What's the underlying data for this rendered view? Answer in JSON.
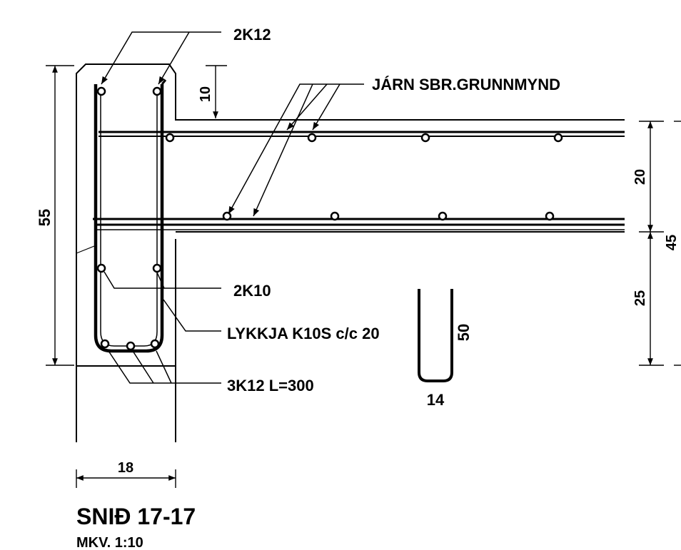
{
  "labels": {
    "top_bars": "2K12",
    "slab_reinforcement": "JÁRN SBR.GRUNNMYND",
    "middle_bars": "2K10",
    "loop": "LYKKJA K10S c/c 20",
    "bottom_bars": "3K12 L=300",
    "title": "SNIÐ 17-17",
    "scale": "MKV. 1:10"
  },
  "dimensions": {
    "total_height": "55",
    "step": "10",
    "slab_thickness": "20",
    "overall_right": "45",
    "lower_right": "25",
    "wall_width": "18",
    "loop_height": "50",
    "loop_width": "14"
  }
}
